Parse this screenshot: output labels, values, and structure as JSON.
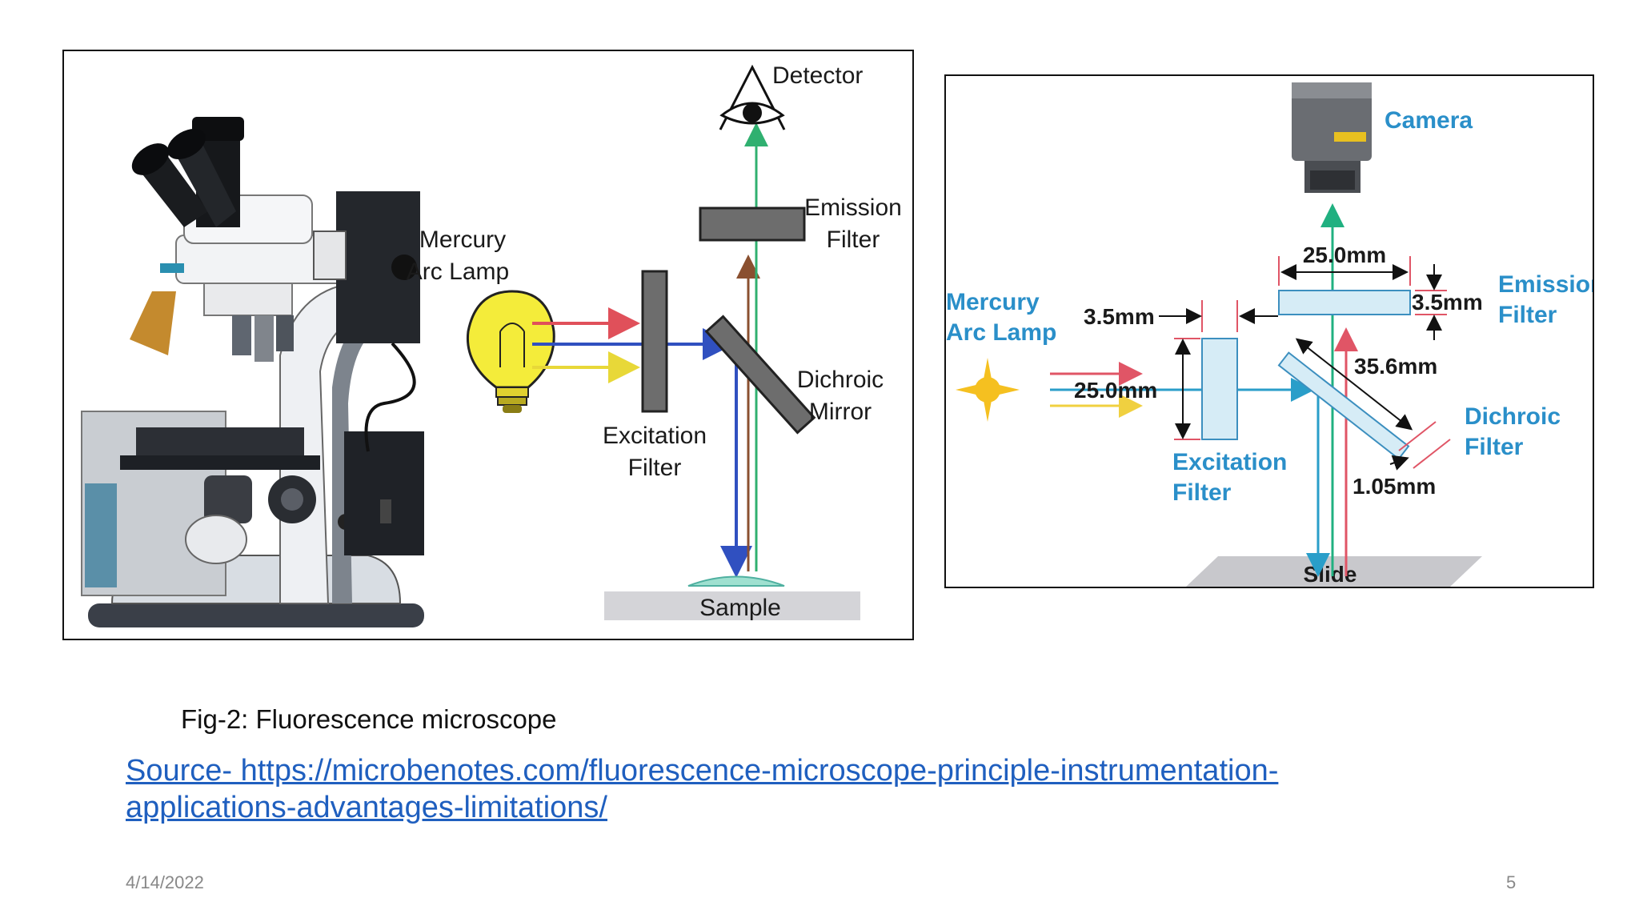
{
  "left_diagram": {
    "labels": {
      "detector": "Detector",
      "emission_line1": "Emission",
      "emission_line2": "Filter",
      "lamp_line1": "Mercury",
      "lamp_line2": "Arc Lamp",
      "dichroic_line1": "Dichroic",
      "dichroic_line2": "Mirror",
      "excitation_line1": "Excitation",
      "excitation_line2": "Filter",
      "sample": "Sample"
    }
  },
  "right_diagram": {
    "labels": {
      "camera": "Camera",
      "emission_line1": "Emission",
      "emission_line2": "Filter",
      "lamp_line1": "Mercury",
      "lamp_line2": "Arc Lamp",
      "dichroic_line1": "Dichroic",
      "dichroic_line2": "Filter",
      "excitation_line1": "Excitation",
      "excitation_line2": "Filter",
      "slide": "Slide"
    },
    "dimensions": {
      "emission_width": "25.0mm",
      "emission_thickness": "3.5mm",
      "excitation_thickness": "3.5mm",
      "excitation_height": "25.0mm",
      "dichroic_length": "35.6mm",
      "dichroic_thickness": "1.05mm"
    }
  },
  "caption": "Fig-2: Fluorescence microscope",
  "source": "Source- https://microbenotes.com/fluorescence-microscope-principle-instrumentation-applications-advantages-limitations/",
  "footer": {
    "date": "4/14/2022",
    "page_number": "5"
  },
  "colors": {
    "link": "#1f5fbf",
    "right_label_blue": "#2a8fc9",
    "light_red": "#e0505a",
    "light_blue": "#3050c0",
    "light_yellow": "#f0e040",
    "light_green": "#30b070"
  }
}
